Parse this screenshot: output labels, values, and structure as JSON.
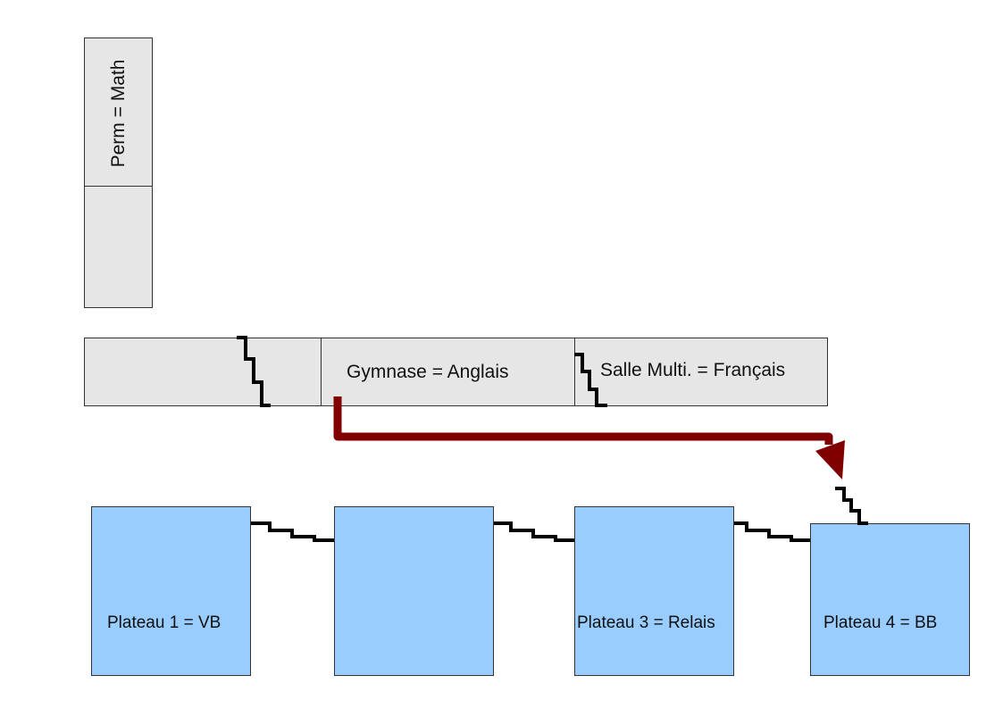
{
  "perm_box": {
    "label": "Perm = Math"
  },
  "corridor": {
    "gymnase_label": "Gymnase = Anglais",
    "salle_label": "Salle Multi. = Français"
  },
  "plateaux": {
    "p1_label": "Plateau 1 = VB",
    "p2_label": "",
    "p3_label": "Plateau 3 = Relais",
    "p4_label": "Plateau 4 = BB"
  },
  "colors": {
    "room_fill": "#e6e6e6",
    "plateau_fill": "#99ccff",
    "arrow": "#800000",
    "connector": "#000000"
  }
}
